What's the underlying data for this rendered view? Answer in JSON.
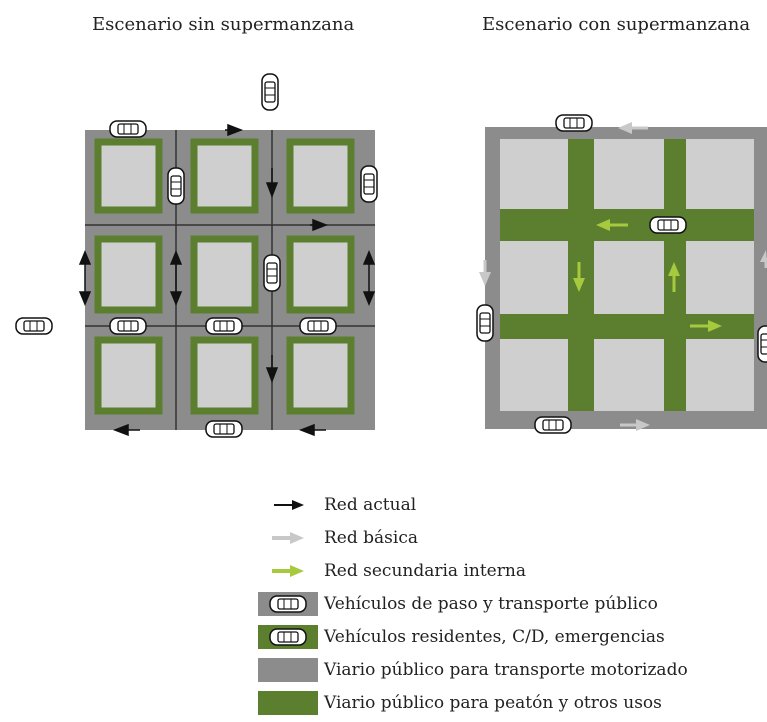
{
  "titles": {
    "left": "Escenario sin supermanzana",
    "right": "Escenario con supermanzana"
  },
  "colors": {
    "road": "#8c8c8c",
    "block": "#cfcfcf",
    "green": "#5b7f2e",
    "arrow_black": "#111111",
    "arrow_gray": "#c8c8c8",
    "arrow_lime": "#a6c93e"
  },
  "legend": [
    {
      "label": "Red actual",
      "swatch": "arrow-black"
    },
    {
      "label": "Red básica",
      "swatch": "arrow-gray"
    },
    {
      "label": "Red secundaria interna",
      "swatch": "arrow-lime"
    },
    {
      "label": "Vehículos de paso y transporte público",
      "swatch": "car-gray"
    },
    {
      "label": "Vehículos residentes, C/D, emergencias",
      "swatch": "car-green"
    },
    {
      "label": "Viario público para transporte motorizado",
      "swatch": "fill-gray"
    },
    {
      "label": "Viario público para peatón y otros usos",
      "swatch": "fill-green"
    }
  ]
}
